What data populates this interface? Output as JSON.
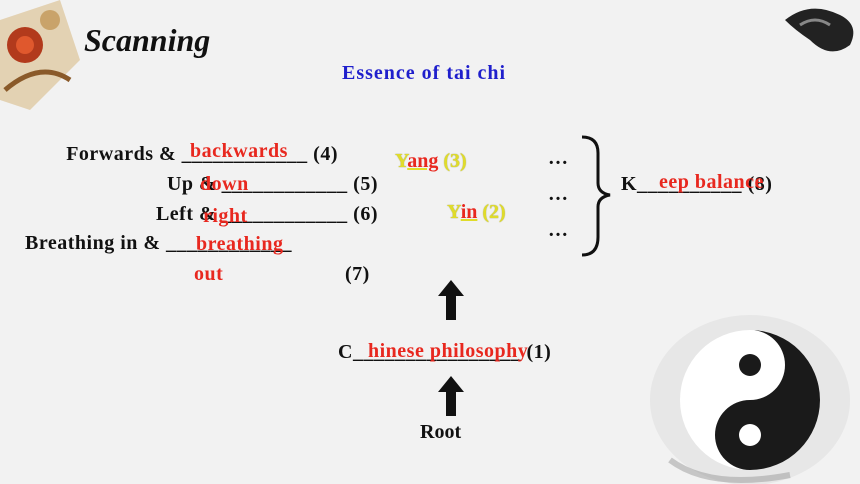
{
  "slide": {
    "title": "Scanning",
    "subtitle": "Essence of tai chi"
  },
  "left_list": [
    {
      "prefix": "Forwards & ____________",
      "num": "(4)",
      "answer": "backwards"
    },
    {
      "prefix": "Up & ____________",
      "num": "(5)",
      "answer": "down"
    },
    {
      "prefix": "Left & ____________",
      "num": "(6)",
      "answer": "right"
    },
    {
      "prefix": "Breathing in & ____________",
      "num": "(7)",
      "answer": "breathing",
      "answer2": "out"
    }
  ],
  "yin_yang": {
    "yang_letter": "Y",
    "yang_answer": "ang",
    "yang_num": "(3)",
    "yin_letter": "Y",
    "yin_answer": "in",
    "yin_num": "(2)"
  },
  "dots": [
    "…",
    "…",
    "…"
  ],
  "keep": {
    "prefix": "K__________",
    "num": "(8)",
    "answer": "eep balance"
  },
  "chinese": {
    "prefix": "C________________",
    "num": "(1)",
    "answer": "hinese philosophy"
  },
  "root": "Root",
  "colors": {
    "answer": "#e8281f",
    "subtitle": "#1f1fcc",
    "yin_yang_letter": "#e0dc2a"
  }
}
